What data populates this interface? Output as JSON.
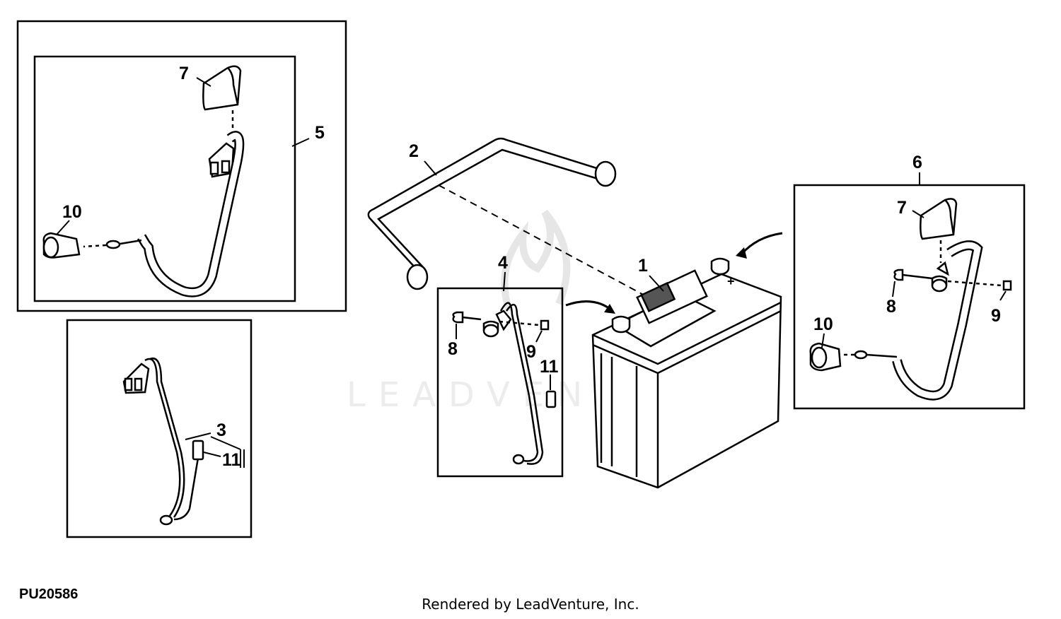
{
  "watermark": "LEADVENTURE",
  "figure_id": "PU20586",
  "credit": "Rendered by LeadVenture, Inc.",
  "callouts": {
    "n1": "1",
    "n2": "2",
    "n3": "3",
    "n4": "4",
    "n5": "5",
    "n6": "6",
    "n7": "7",
    "n8": "8",
    "n9": "9",
    "n10": "10",
    "n11": "11"
  }
}
